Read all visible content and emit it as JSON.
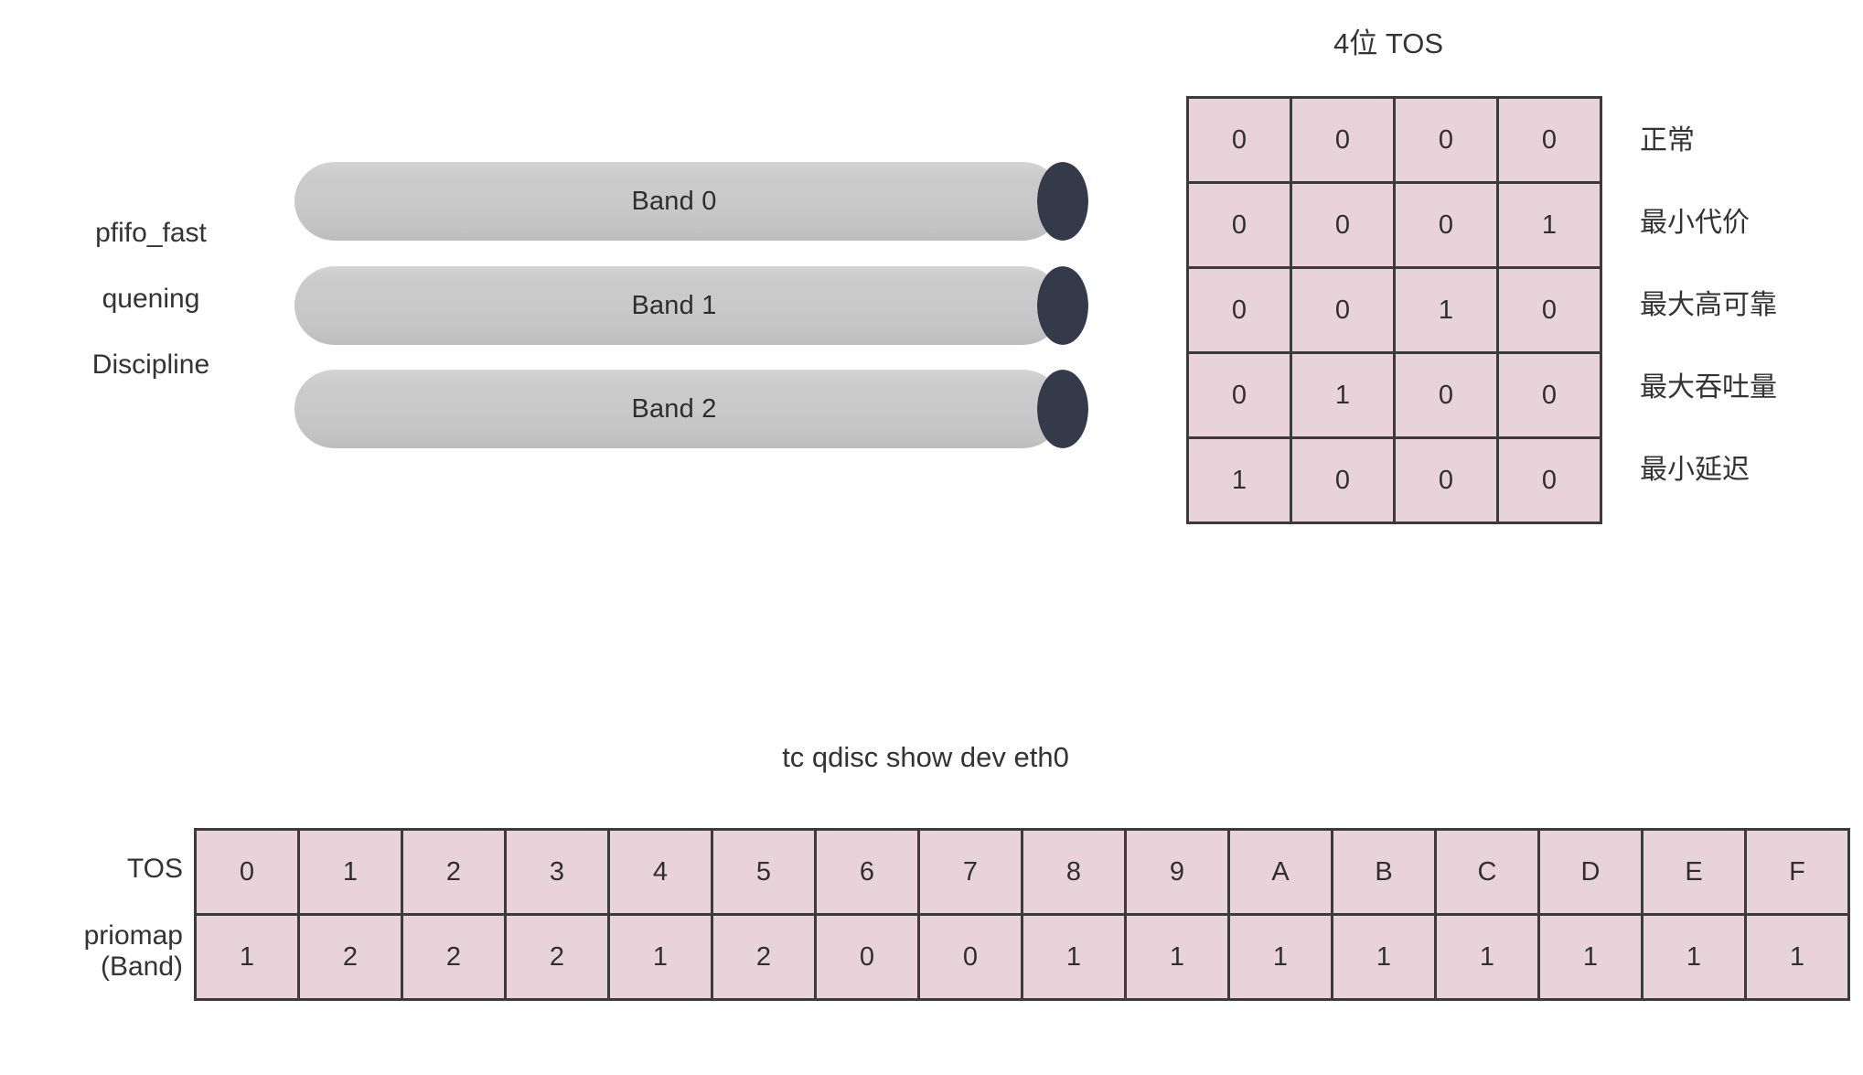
{
  "left_label": {
    "lines": [
      "pfifo_fast",
      "quening",
      "Discipline"
    ]
  },
  "bands": [
    {
      "label": "Band 0"
    },
    {
      "label": "Band 1"
    },
    {
      "label": "Band 2"
    }
  ],
  "tos_section": {
    "title": "4位 TOS",
    "bit_rows": [
      [
        "0",
        "0",
        "0",
        "0"
      ],
      [
        "0",
        "0",
        "0",
        "1"
      ],
      [
        "0",
        "0",
        "1",
        "0"
      ],
      [
        "0",
        "1",
        "0",
        "0"
      ],
      [
        "1",
        "0",
        "0",
        "0"
      ]
    ],
    "descriptions": [
      "正常",
      "最小代价",
      "最大高可靠",
      "最大吞吐量",
      "最小延迟"
    ]
  },
  "priomap_section": {
    "title": "tc qdisc show dev eth0",
    "row_labels": [
      "TOS",
      "priomap\n(Band)"
    ],
    "row_label_tos": "TOS",
    "row_label_priomap_line1": "priomap",
    "row_label_priomap_line2": "(Band)",
    "tos_values": [
      "0",
      "1",
      "2",
      "3",
      "4",
      "5",
      "6",
      "7",
      "8",
      "9",
      "A",
      "B",
      "C",
      "D",
      "E",
      "F"
    ],
    "band_values": [
      "1",
      "2",
      "2",
      "2",
      "1",
      "2",
      "0",
      "0",
      "1",
      "1",
      "1",
      "1",
      "1",
      "1",
      "1",
      "1"
    ]
  },
  "colors": {
    "cell_fill": "#e8d3da",
    "cell_border": "#3b3b3b",
    "cylinder_body": "#c9c9c9",
    "cylinder_cap": "#343a4a",
    "text": "#333333",
    "background": "#ffffff"
  }
}
